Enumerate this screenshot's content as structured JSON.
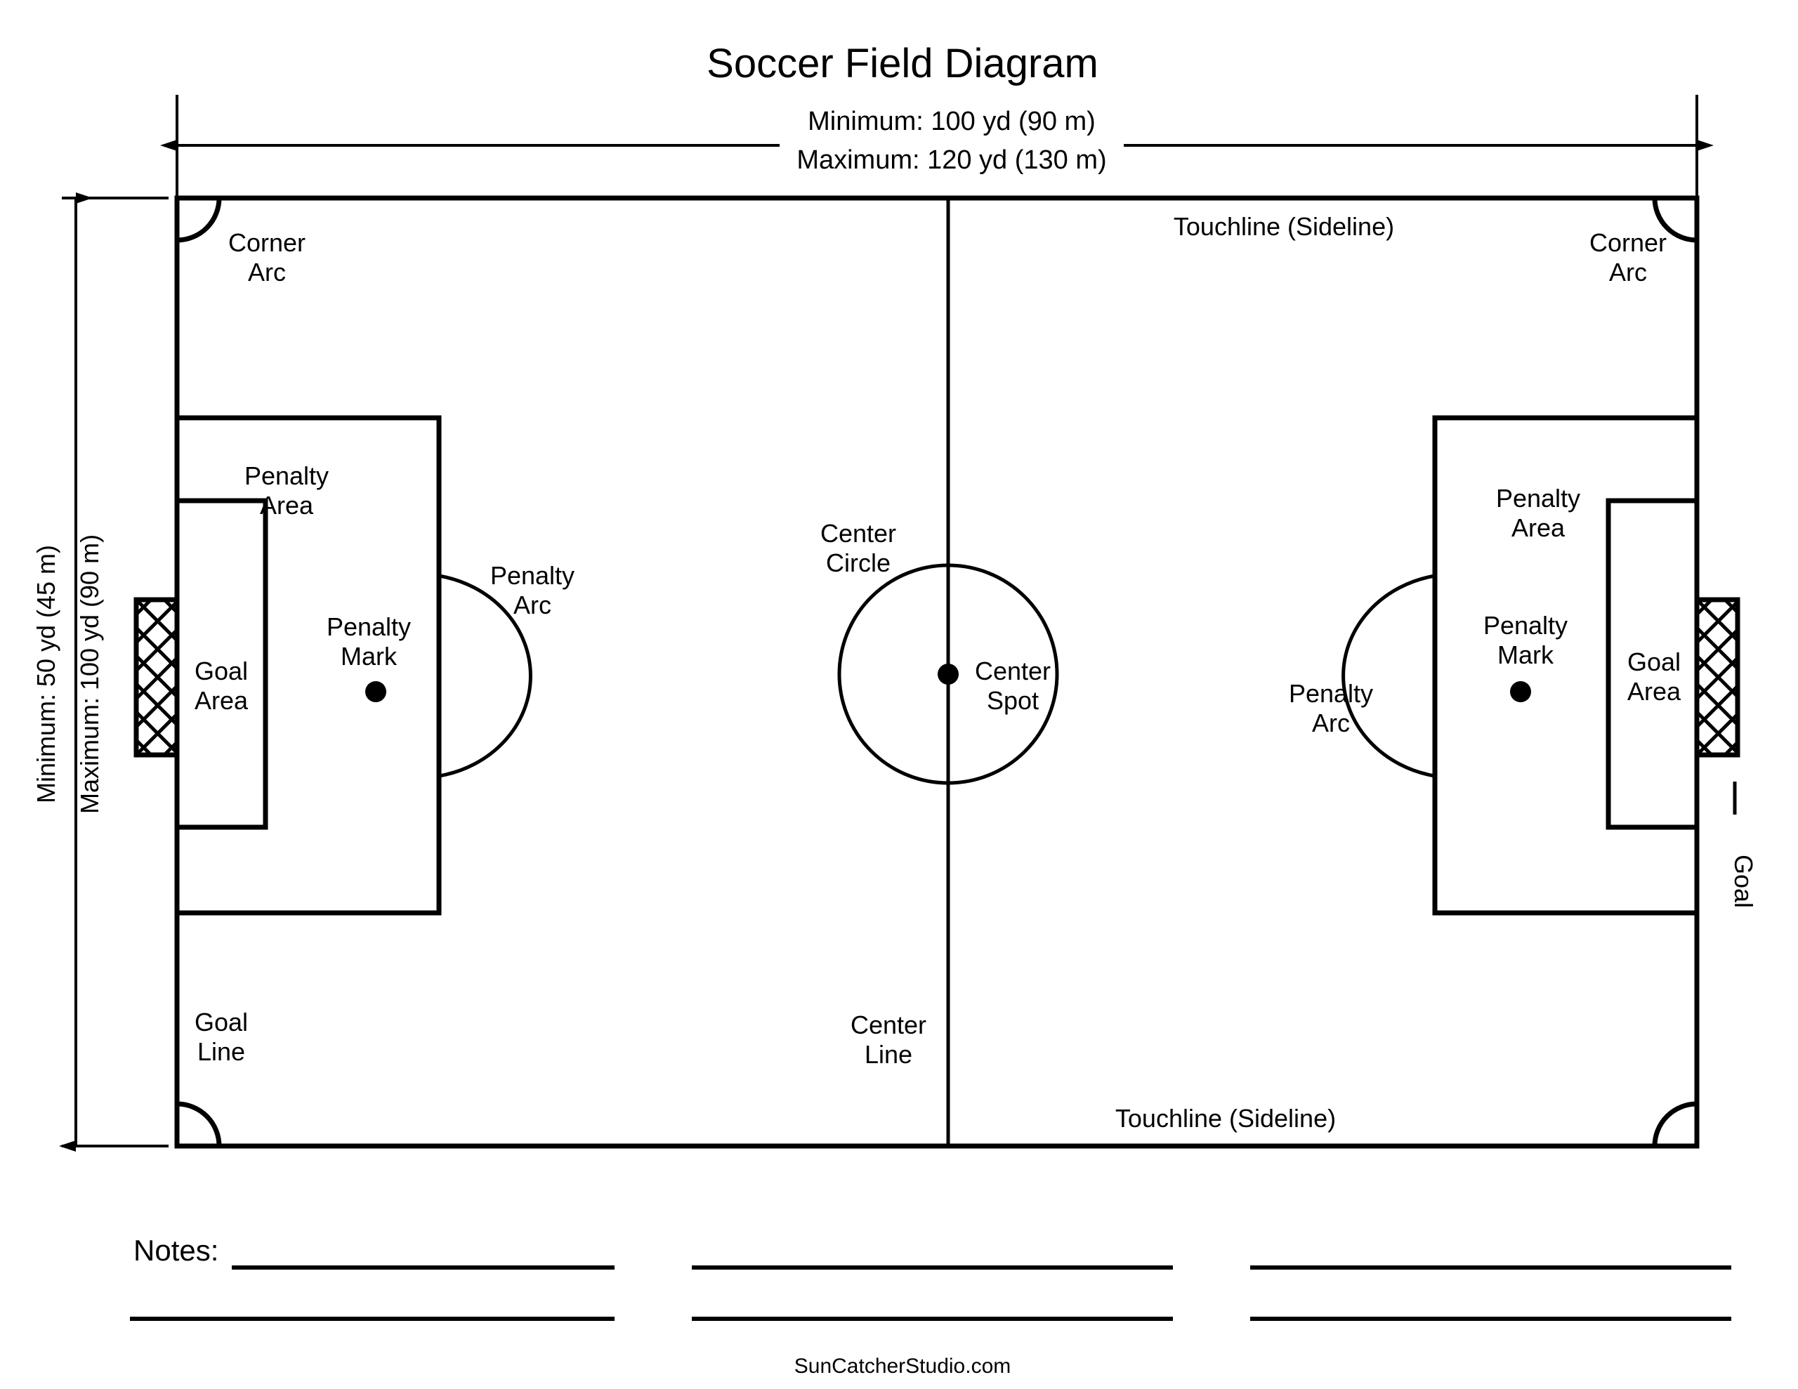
{
  "title": "Soccer Field Diagram",
  "dimensions": {
    "width_min": "Minimum: 100 yd (90 m)",
    "width_max": "Maximum: 120 yd (130 m)",
    "height_min": "Minimum: 50 yd (45 m)",
    "height_max": "Maximum: 100 yd (90 m)"
  },
  "labels": {
    "corner_arc_line1": "Corner",
    "corner_arc_line2": "Arc",
    "touchline": "Touchline (Sideline)",
    "penalty_area_line1": "Penalty",
    "penalty_area_line2": "Area",
    "penalty_arc_line1": "Penalty",
    "penalty_arc_line2": "Arc",
    "penalty_mark_line1": "Penalty",
    "penalty_mark_line2": "Mark",
    "goal_area_line1": "Goal",
    "goal_area_line2": "Area",
    "goal_line_line1": "Goal",
    "goal_line_line2": "Line",
    "center_circle_line1": "Center",
    "center_circle_line2": "Circle",
    "center_spot_line1": "Center",
    "center_spot_line2": "Spot",
    "center_line_line1": "Center",
    "center_line_line2": "Line",
    "goal": "Goal"
  },
  "notes": {
    "label": "Notes:"
  },
  "footer": {
    "text": "SunCatcherStudio.com"
  },
  "colors": {
    "ink": "#000000",
    "background": "#ffffff"
  }
}
